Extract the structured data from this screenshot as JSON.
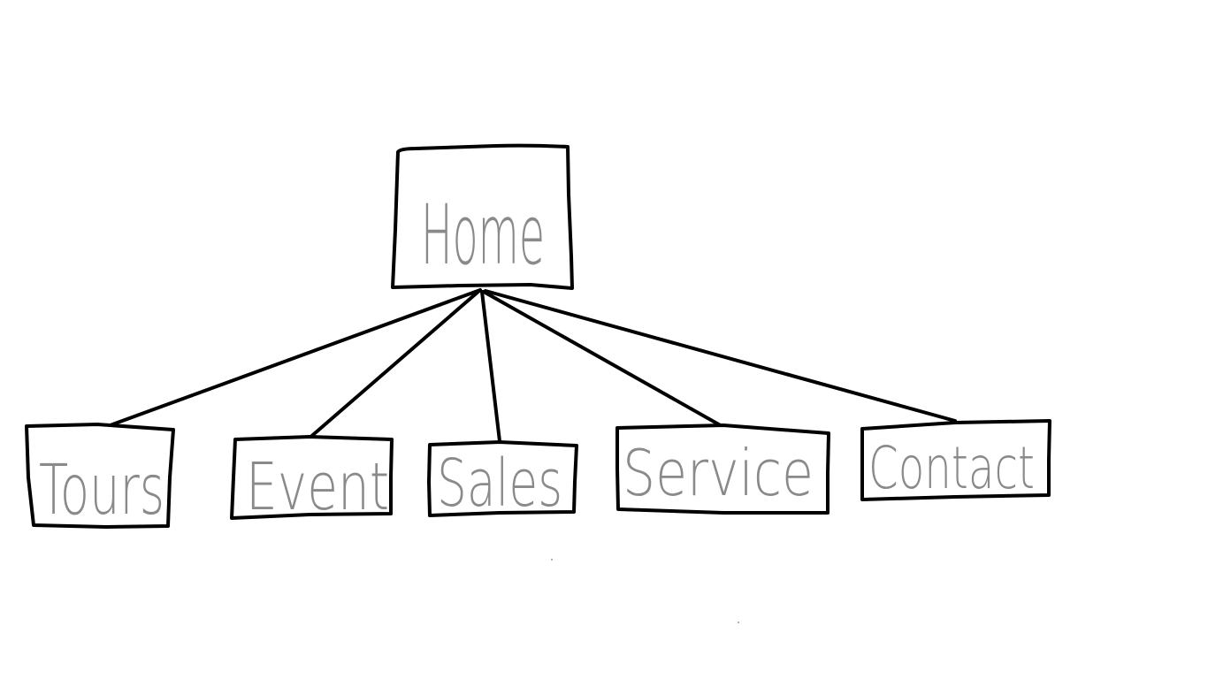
{
  "diagram": {
    "root": {
      "label": "Home"
    },
    "children": [
      {
        "label": "Tours"
      },
      {
        "label": "Event"
      },
      {
        "label": "Sales"
      },
      {
        "label": "Service"
      },
      {
        "label": "Contact"
      }
    ]
  },
  "colors": {
    "stroke": "#000000",
    "label": "#8a8a8a",
    "background": "#ffffff"
  }
}
